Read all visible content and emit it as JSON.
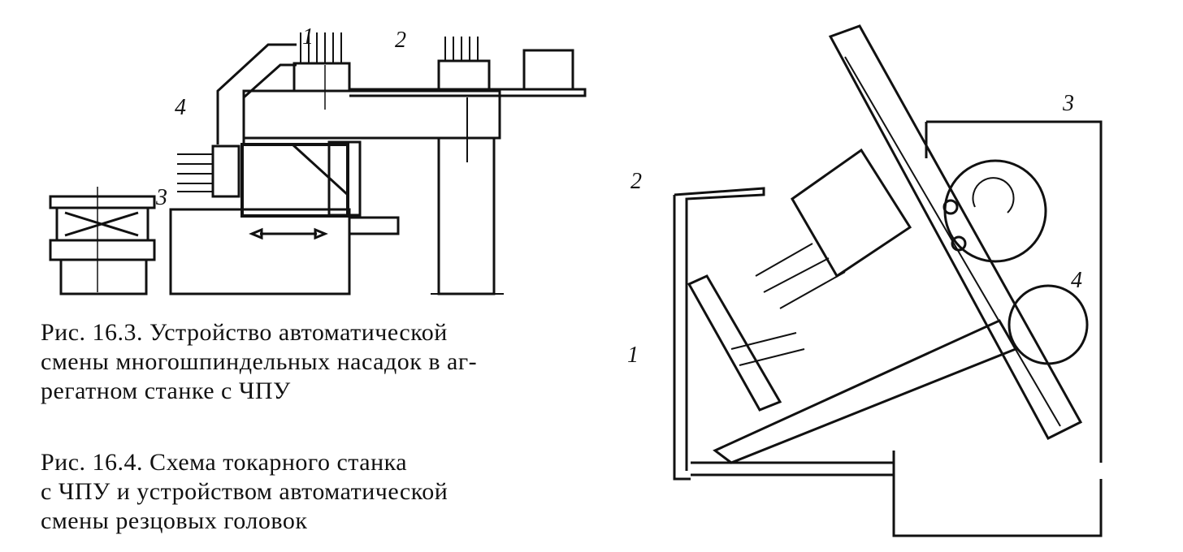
{
  "figure_16_3": {
    "labels": [
      "1",
      "2",
      "3",
      "4"
    ],
    "caption_lines": [
      "Рис. 16.3. Устройство автоматической",
      "смены многошпиндельных насадок в аг-",
      "регатном станке с ЧПУ"
    ]
  },
  "figure_16_4": {
    "labels": [
      "1",
      "2",
      "3",
      "4"
    ],
    "caption_lines": [
      "Рис. 16.4. Схема токарного станка",
      "с ЧПУ и устройством автоматической",
      "смены резцовых головок"
    ]
  }
}
